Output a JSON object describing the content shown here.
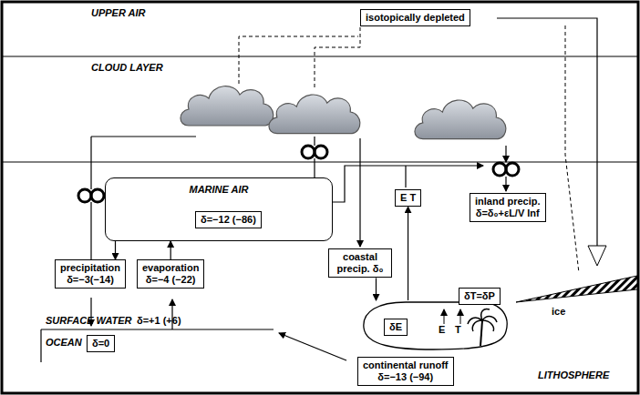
{
  "diagram": {
    "nodes": [
      {
        "text": [
          "isotopically depleted"
        ]
      },
      {
        "text": [
          "MARINE AIR"
        ]
      },
      {
        "text": [
          "δ=−12 (−86)"
        ],
        "in": 1
      },
      {
        "text": [
          "E T"
        ]
      },
      {
        "text": [
          "inland precip.",
          "δ=δ₀+εL/V lnf"
        ]
      },
      {
        "text": [
          "coastal precip. δ₀"
        ]
      },
      {
        "text": [
          "precipitation",
          "δ=−3(−14)"
        ]
      },
      {
        "text": [
          "evaporation",
          "δ=−4 (−22)"
        ]
      },
      {
        "text": [
          "E",
          "T"
        ]
      },
      {
        "text": [
          "δE"
        ],
        "in": 8
      },
      {
        "text": [
          "δT=δP"
        ],
        "in": 8
      },
      {
        "text": [
          "continental runoff",
          "δ=−13 (−94)"
        ]
      },
      {
        "text": [
          "δ=0"
        ]
      }
    ],
    "edges": [
      {
        "from": 1,
        "to": 6,
        "arrow": "to"
      },
      {
        "from": 7,
        "to": 1,
        "arrow": "to"
      },
      {
        "from": 8,
        "to": 3,
        "arrow": "to"
      },
      {
        "from": 5,
        "to": 8,
        "arrow": "to"
      }
    ],
    "labels": [
      "UPPER AIR",
      "CLOUD LAYER",
      "SURFACE WATER",
      "δ=+1 (+6)",
      "OCEAN",
      "ice",
      "LITHOSPHERE"
    ]
  }
}
